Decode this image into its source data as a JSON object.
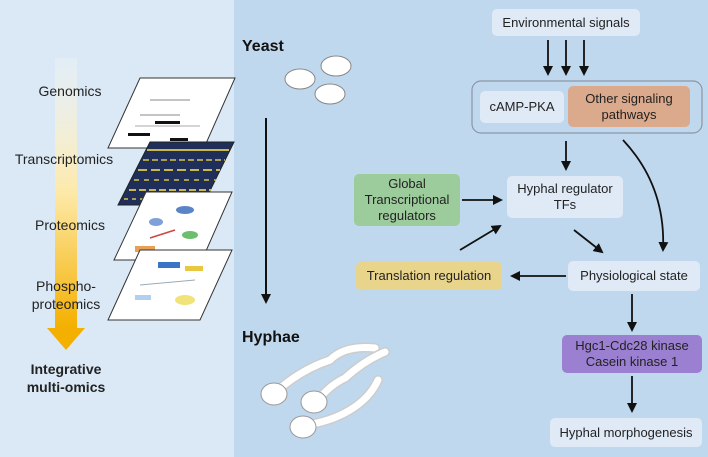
{
  "left": {
    "omics": [
      "Genomics",
      "Transcriptomics",
      "Proteomics",
      "Phospho-\nproteomics"
    ],
    "integrative": "Integrative\nmulti-omics"
  },
  "stages": {
    "yeast": "Yeast",
    "hyphae": "Hyphae"
  },
  "nodes": {
    "env_signals": "Environmental signals",
    "camp_pka": "cAMP-PKA",
    "other_pathways": "Other signaling\npathways",
    "global_regulators": "Global\nTranscriptional\nregulators",
    "hyphal_tfs": "Hyphal regulator\nTFs",
    "translation": "Translation regulation",
    "physiological": "Physiological state",
    "kinases": "Hgc1-Cdc28 kinase\nCasein kinase 1",
    "morphogenesis": "Hyphal morphogenesis"
  },
  "colors": {
    "left_bg": "#dbe9f6",
    "right_bg": "#c0d8ee",
    "light_box": "#dfeaf6",
    "other_pathways": "#dba98c",
    "global_regulators": "#9ccc9c",
    "translation": "#e8d48a",
    "kinases": "#9b7fd1",
    "gradient_top": "#fff9e6",
    "gradient_bottom": "#f5b400"
  },
  "icons": [
    "yeast-cells-icon",
    "hyphae-cells-icon",
    "omics-layer-stack-icon"
  ]
}
